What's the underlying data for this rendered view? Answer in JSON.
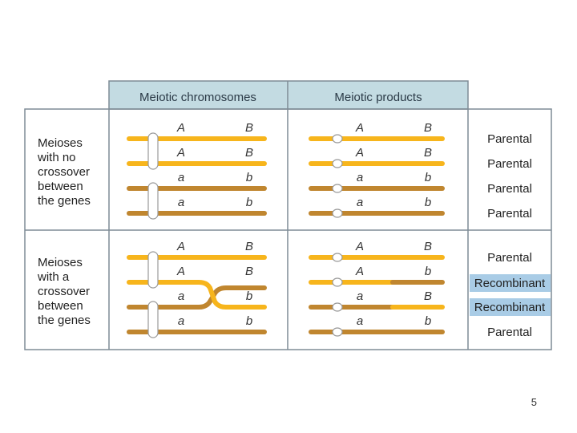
{
  "header": {
    "col1": "Meiotic chromosomes",
    "col2": "Meiotic products"
  },
  "rows": [
    {
      "label_lines": [
        "Meioses",
        "with no",
        "crossover",
        "between",
        "the genes"
      ],
      "chromosomes": [
        {
          "left": "A",
          "right": "B"
        },
        {
          "left": "A",
          "right": "B"
        },
        {
          "left": "a",
          "right": "b"
        },
        {
          "left": "a",
          "right": "b"
        }
      ],
      "products": [
        {
          "left": "A",
          "right": "B",
          "outcome": "Parental",
          "recombinant": false
        },
        {
          "left": "A",
          "right": "B",
          "outcome": "Parental",
          "recombinant": false
        },
        {
          "left": "a",
          "right": "b",
          "outcome": "Parental",
          "recombinant": false
        },
        {
          "left": "a",
          "right": "b",
          "outcome": "Parental",
          "recombinant": false
        }
      ]
    },
    {
      "label_lines": [
        "Meioses",
        "with a",
        "crossover",
        "between",
        "the genes"
      ],
      "chromosomes": [
        {
          "left": "A",
          "right": "B"
        },
        {
          "left": "A",
          "right": "B"
        },
        {
          "left": "a",
          "right": "b"
        },
        {
          "left": "a",
          "right": "b"
        }
      ],
      "products": [
        {
          "left": "A",
          "right": "B",
          "outcome": "Parental",
          "recombinant": false
        },
        {
          "left": "A",
          "right": "b",
          "outcome": "Recombinant",
          "recombinant": true
        },
        {
          "left": "a",
          "right": "B",
          "outcome": "Recombinant",
          "recombinant": true
        },
        {
          "left": "a",
          "right": "b",
          "outcome": "Parental",
          "recombinant": false
        }
      ]
    }
  ],
  "colors": {
    "dominant_strand": "#f7b51c",
    "recessive_strand": "#c0862f",
    "header_fill": "#c3dbe2",
    "recombinant_highlight": "#a9cce6",
    "border": "#7f8c96"
  },
  "slide_number": "5"
}
